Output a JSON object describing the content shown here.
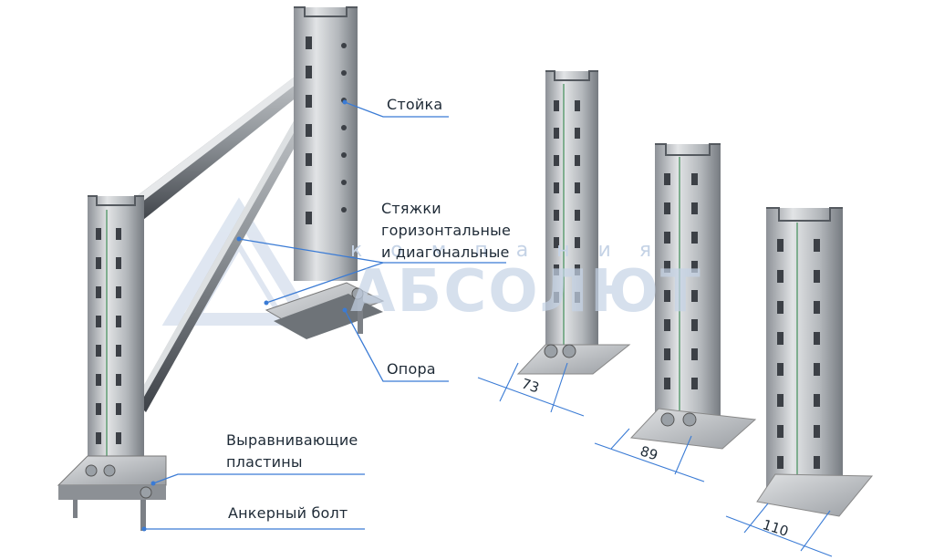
{
  "watermark": {
    "top": "к о м п а н и я",
    "main": "АБСОЛЮТ"
  },
  "callouts": {
    "stoyka": "Стойка",
    "styazhki_line1": "Стяжки",
    "styazhki_line2": "горизонтальные",
    "styazhki_line3": "и диагональные",
    "opora": "Опора",
    "plates_line1": "Выравнивающие",
    "plates_line2": "пластины",
    "anchor": "Анкерный болт"
  },
  "dimensions": {
    "d1": "73",
    "d2": "89",
    "d3": "110"
  },
  "colors": {
    "metal_light": "#d7d9dc",
    "metal_mid": "#a9adb2",
    "metal_dark": "#5e6369",
    "leader_line": "#3a7bd5",
    "watermark": "#c5d3e6"
  }
}
